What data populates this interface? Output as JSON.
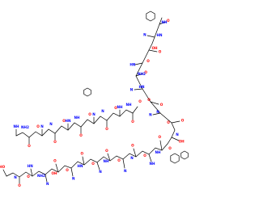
{
  "molecule": {
    "bond_color": "#000000",
    "atom_colors": {
      "O": "#ff0000",
      "N": "#0000ff",
      "H": "#000000",
      "S": "#b8860b"
    },
    "atom_labels": [
      "HO",
      "O",
      "HN",
      "N",
      "O",
      "N",
      "O",
      "N",
      "O",
      "N",
      "O",
      "NH",
      "O",
      "OH",
      "O",
      "N",
      "O",
      "N",
      "O",
      "HN",
      "O",
      "N",
      "O",
      "NH",
      "O",
      "N",
      "O",
      "HN",
      "O",
      "N",
      "O",
      "NH",
      "O",
      "N",
      "O",
      "NH2",
      "OH",
      "O",
      "HN",
      "O",
      "NH",
      "O",
      "N",
      "O",
      "NH",
      "O",
      "N",
      "O",
      "N",
      "O",
      "HN",
      "NH2",
      "O",
      "OH",
      "HN",
      "NH",
      "NH2",
      "O",
      "N",
      "O",
      "NH",
      "O",
      "N",
      "O",
      "NH",
      "O",
      "N",
      "O",
      "HN",
      "O",
      "N",
      "O",
      "NH",
      "O",
      "OH"
    ]
  }
}
